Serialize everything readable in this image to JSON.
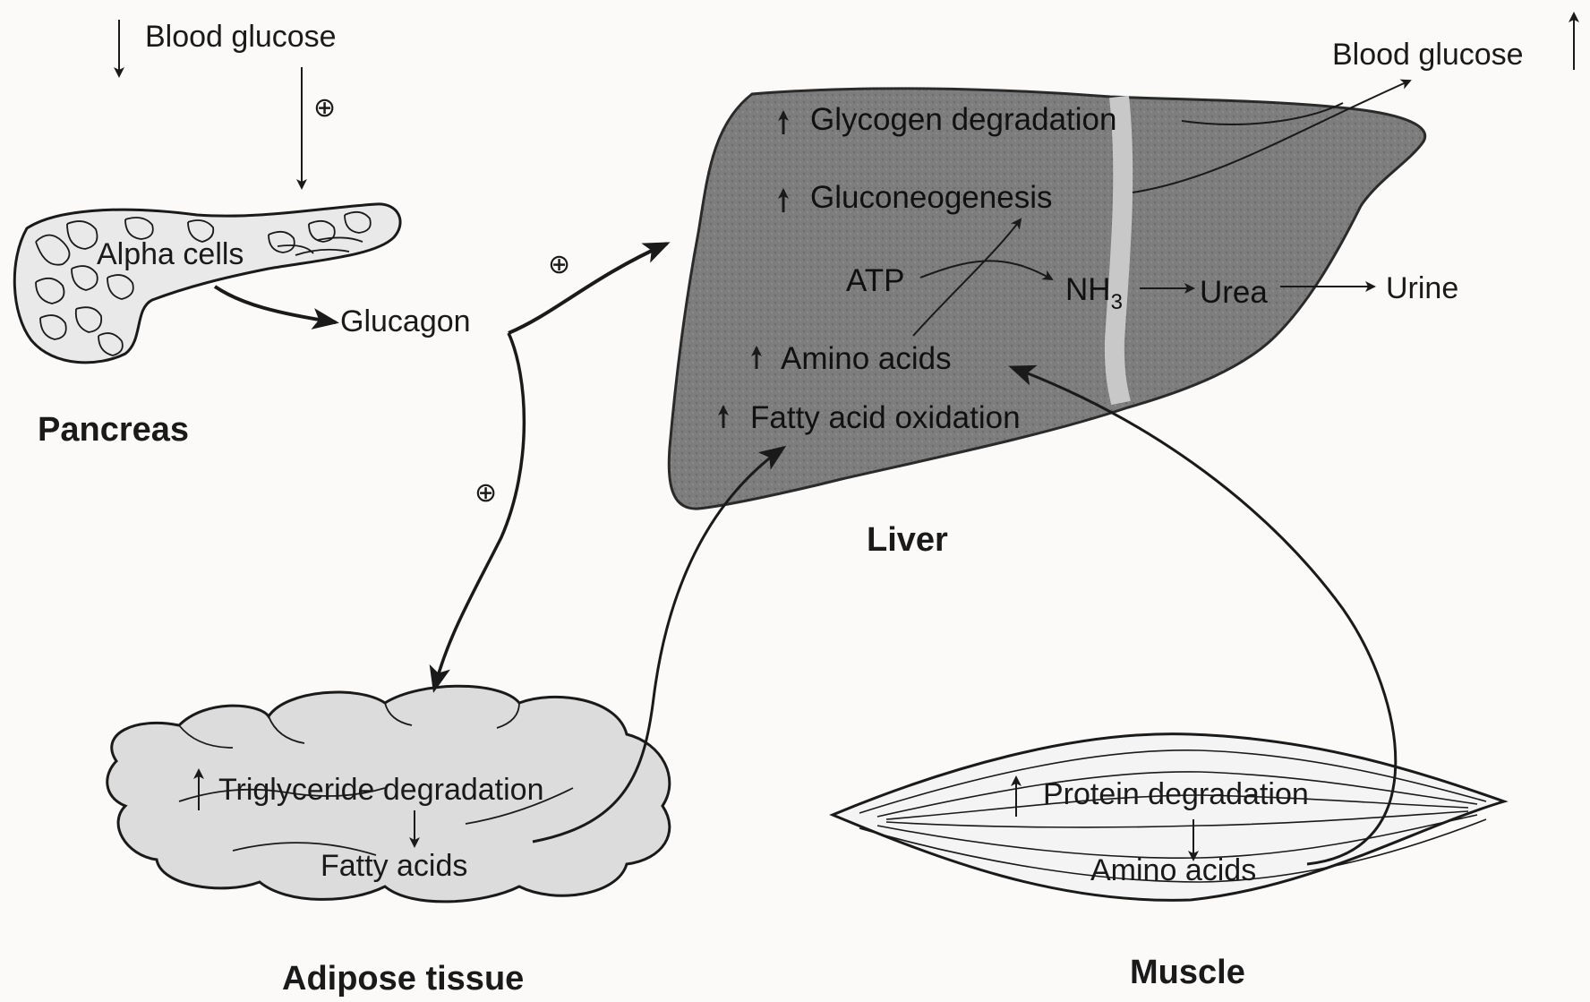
{
  "top": {
    "blood_glucose_in": "Blood glucose",
    "blood_glucose_out": "Blood glucose",
    "plus": "⊕"
  },
  "pancreas": {
    "name": "Pancreas",
    "cells": "Alpha cells",
    "hormone": "Glucagon"
  },
  "liver": {
    "name": "Liver",
    "processes": [
      "Glycogen degradation",
      "Gluconeogenesis",
      "Amino acids",
      "Fatty acid oxidation"
    ],
    "atp": "ATP",
    "nh3": "NH",
    "nh3_sub": "3",
    "urea": "Urea",
    "urine": "Urine"
  },
  "adipose": {
    "name": "Adipose tissue",
    "process": "Triglyceride degradation",
    "product": "Fatty acids"
  },
  "muscle": {
    "name": "Muscle",
    "process": "Protein degradation",
    "product": "Amino acids"
  },
  "colors": {
    "ink": "#1a1a1a",
    "liver_fill": "#7d7d7d",
    "tissue_fill": "#dcdcdc",
    "background": "#fbfaf8"
  }
}
